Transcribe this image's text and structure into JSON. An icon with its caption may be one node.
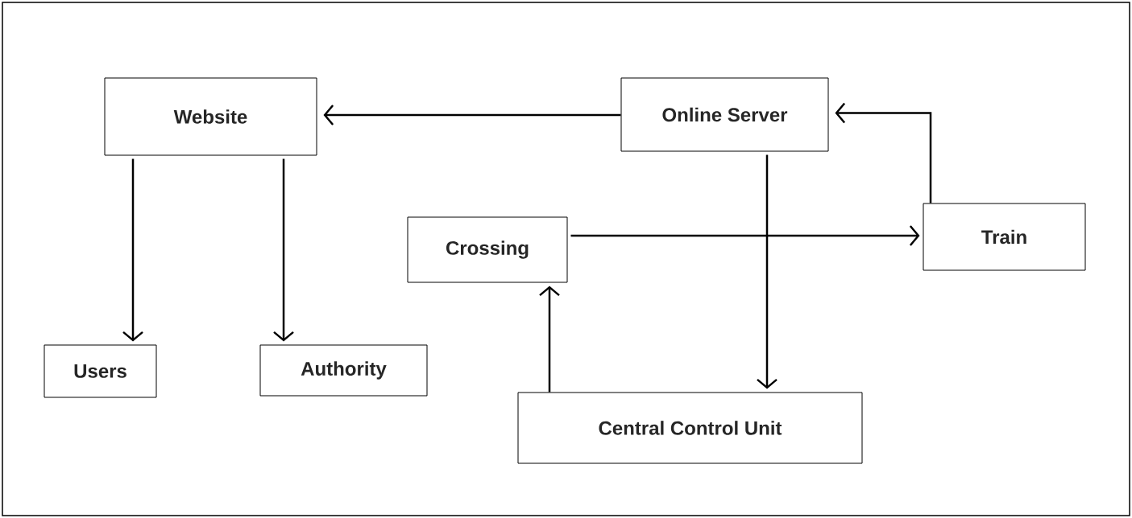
{
  "diagram": {
    "nodes": [
      {
        "text": [
          "Website"
        ]
      },
      {
        "text": [
          "Online Server"
        ]
      },
      {
        "text": [
          "Crossing"
        ]
      },
      {
        "text": [
          "Train"
        ]
      },
      {
        "text": [
          "Users"
        ]
      },
      {
        "text": [
          "Authority"
        ]
      },
      {
        "text": [
          "Central Control Unit"
        ]
      }
    ],
    "edges": [
      {
        "from": 1,
        "to": 0,
        "arrow": "to"
      },
      {
        "from": 0,
        "to": 4,
        "arrow": "to"
      },
      {
        "from": 0,
        "to": 5,
        "arrow": "to"
      },
      {
        "from": 1,
        "to": 6,
        "arrow": "to"
      },
      {
        "from": 2,
        "to": 3,
        "arrow": "to"
      },
      {
        "from": 6,
        "to": 2,
        "arrow": "to"
      },
      {
        "from": 3,
        "to": 1,
        "arrow": "to"
      }
    ]
  }
}
